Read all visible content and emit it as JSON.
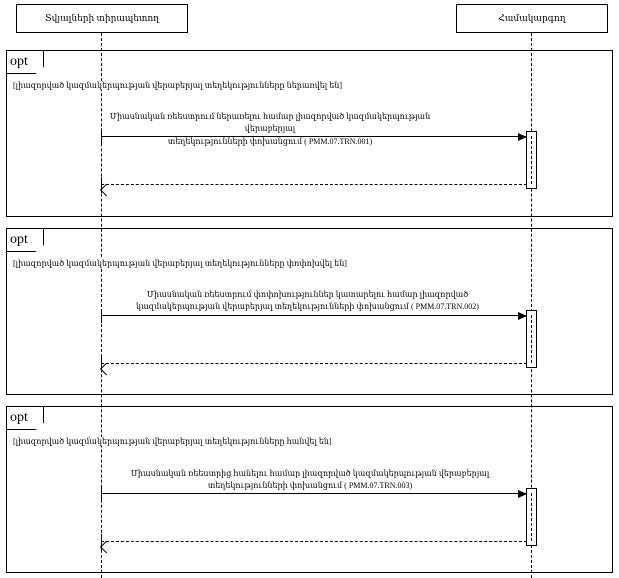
{
  "diagram": {
    "type": "uml-sequence-diagram",
    "participants": [
      {
        "id": "data-owner",
        "label": "Տվյալների տիրապետող"
      },
      {
        "id": "coordinator",
        "label": "Համակարգող"
      }
    ],
    "fragments": [
      {
        "operator": "opt",
        "guard": "[լիազորված կազմակերպության վերաբերյալ տեղեկությունները ներառվել են]",
        "call_label": "Միասնական ռեեստրում ներառելու համար լիազորված կազմակերպության վերաբերյալ\nտեղեկությունների փոխանցում ( PMM.07.TRN.001)",
        "call_from": "data-owner",
        "call_to": "coordinator",
        "return_from": "coordinator",
        "return_to": "data-owner",
        "code": "PMM.07.TRN.001"
      },
      {
        "operator": "opt",
        "guard": "[լիազորված կազմակերպության վերաբերյալ տեղեկությունները փոփոխվել են]",
        "call_label": "Միասնական ռեեստրում փոփոխություններ կատարելու համար լիազորված\nկազմակերպության վերաբերյալ տեղեկությունների փոխանցում ( PMM.07.TRN.002)",
        "call_from": "data-owner",
        "call_to": "coordinator",
        "return_from": "coordinator",
        "return_to": "data-owner",
        "code": "PMM.07.TRN.002"
      },
      {
        "operator": "opt",
        "guard": "[լիազորված կազմակերպության վերաբերյալ տեղեկությունները հանվել են]",
        "call_label": "Միասնական ռեեստրից հանելու համար լիազորված կազմակերպության վերաբերյալ\nտեղեկությունների փոխանցում ( PMM.07.TRN.003)",
        "call_from": "data-owner",
        "call_to": "coordinator",
        "return_from": "coordinator",
        "return_to": "data-owner",
        "code": "PMM.07.TRN.003"
      }
    ],
    "colors": {
      "line": "#000000",
      "background": "#ffffff",
      "text": "#000000"
    }
  }
}
